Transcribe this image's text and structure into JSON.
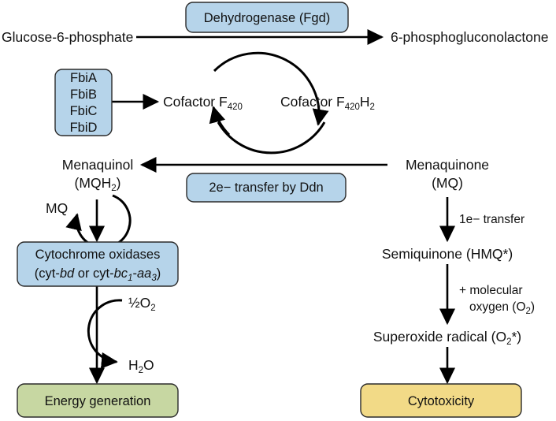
{
  "figure": {
    "type": "pathway-diagram",
    "title_visible": false,
    "colors": {
      "enzyme_box_fill": "#b6d4ea",
      "energy_box_fill": "#c7d7a2",
      "cytotoxicity_box_fill": "#f2da87",
      "box_border": "#2b2b2b",
      "arrow": "#000000",
      "text": "#111111"
    }
  },
  "nodes": {
    "dehydrogenase_box": {
      "label": "Dehydrogenase (Fgd)"
    },
    "glucose6phosphate": {
      "label": "Glucose-6-phosphate"
    },
    "phosphogluconolactone": {
      "label": "6-phosphogluconolactone"
    },
    "fbi_box": {
      "items": [
        "FbiA",
        "FbiB",
        "FbiC",
        "FbiD"
      ]
    },
    "cofactor_f420": {
      "prefix": "Cofactor F",
      "subscript": "420"
    },
    "cofactor_f420h2": {
      "prefix": "Cofactor F",
      "subscript": "420",
      "suffix": "H",
      "suffix_subscript": "2"
    },
    "menaquinol": {
      "line1": "Menaquinol",
      "line2_prefix": "(MQH",
      "line2_subscript": "2",
      "line2_suffix": ")"
    },
    "mq_recycle": {
      "label": "MQ"
    },
    "ddn_box": {
      "label": "2e− transfer by Ddn"
    },
    "menaquinone": {
      "line1": "Menaquinone",
      "line2": "(MQ)"
    },
    "one_electron_transfer": {
      "label": "1e− transfer"
    },
    "semiquinone": {
      "label": "Semiquinone (HMQ*)"
    },
    "molecular_oxygen": {
      "line1": "+ molecular",
      "line2_prefix": "oxygen (O",
      "line2_subscript": "2",
      "line2_suffix": ")"
    },
    "superoxide_radical": {
      "prefix": "Superoxide radical (O",
      "subscript": "2",
      "suffix": "*)"
    },
    "cytochrome_oxidases_box": {
      "line1": "Cytochrome oxidases",
      "line2_a": "(cyt-",
      "line2_b_italic": "bd",
      "line2_c": " or cyt-",
      "line2_d_italic": "bc",
      "line2_d_sub": "1",
      "line2_e": "-",
      "line2_f_italic": "aa",
      "line2_f_sub": "3",
      "line2_g": ")"
    },
    "half_oxygen": {
      "prefix": "½O",
      "subscript": "2"
    },
    "water": {
      "prefix": "H",
      "subscript": "2",
      "suffix": "O"
    },
    "energy_generation_box": {
      "label": "Energy generation"
    },
    "cytotoxicity_box": {
      "label": "Cytotoxicity"
    }
  }
}
